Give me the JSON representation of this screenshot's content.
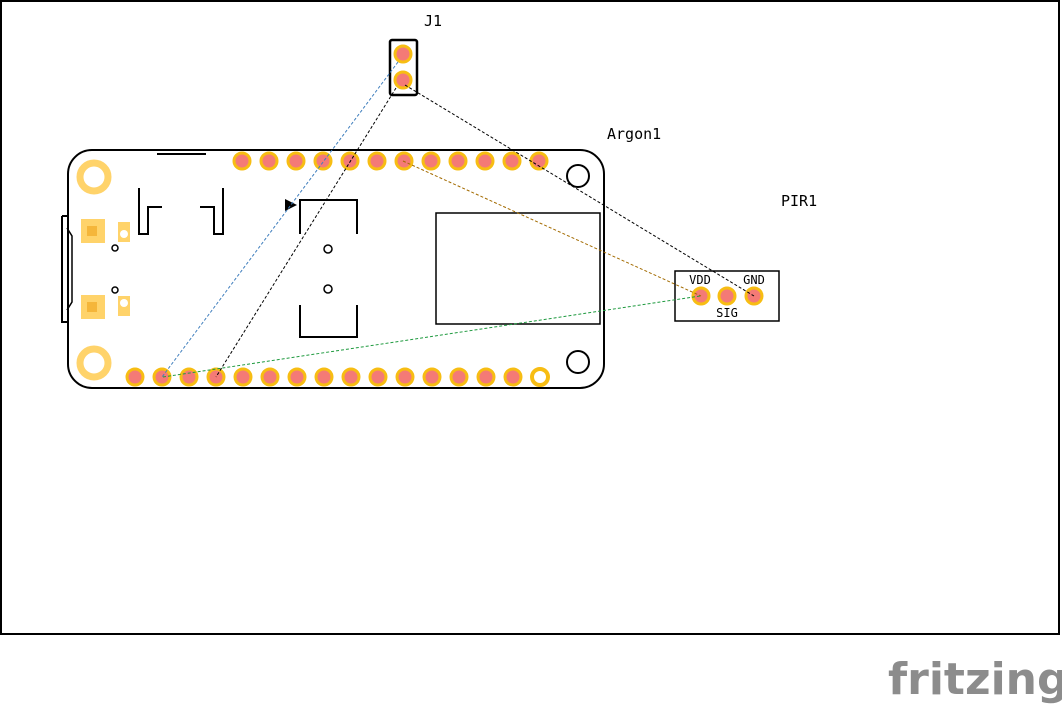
{
  "watermark": "fritzing",
  "parts": {
    "j1": {
      "label": "J1"
    },
    "argon": {
      "label": "Argon1"
    },
    "pir": {
      "label": "PIR1",
      "pins": {
        "vdd": "VDD",
        "gnd": "GND",
        "sig": "SIG"
      }
    }
  },
  "colors": {
    "board_outline": "#000000",
    "pad_ring": "#f7bd13",
    "pad_fill": "#ffd36a",
    "pad_center": "#f47a76",
    "wire_black": "#000000",
    "wire_blue": "#3f7ebd",
    "wire_brown": "#a36b00",
    "wire_green": "#1f9a3f"
  }
}
